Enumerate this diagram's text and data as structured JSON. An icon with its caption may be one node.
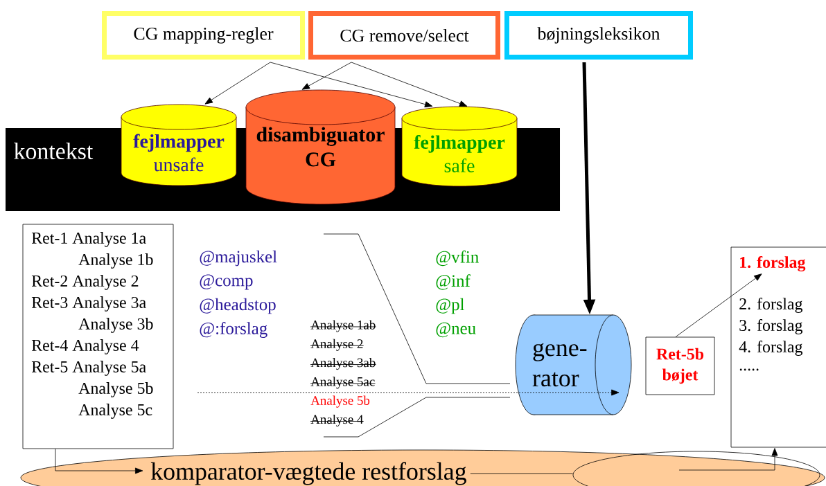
{
  "diagram": {
    "nodes": [
      {
        "text": [
          "CG mapping-regler"
        ]
      },
      {
        "text": [
          "CG remove/select"
        ]
      },
      {
        "text": [
          "bøjningsleksikon"
        ]
      },
      {
        "text": [
          "kontekst"
        ]
      },
      {
        "text": [
          "fejlmapper",
          "unsafe"
        ]
      },
      {
        "text": [
          "disambiguator CG"
        ]
      },
      {
        "text": [
          "fejlmapper",
          "safe"
        ]
      },
      {
        "text": [
          "Ret-1 Analyse 1a",
          "Analyse 1b",
          "Ret-2 Analyse 2",
          "Ret-3 Analyse 3a",
          "Analyse 3b",
          "Ret-4 Analyse 4",
          "Ret-5 Analyse 5a",
          "Analyse 5b",
          "Analyse 5c"
        ]
      },
      {
        "text": [
          "gene- rator"
        ]
      },
      {
        "text": [
          "Ret-5b bøjet"
        ]
      },
      {
        "text": [
          "1. forslag",
          "2. forslag",
          "3. forslag",
          "4. forslag",
          "....."
        ]
      },
      {
        "text": [],
        "shape": "ellipse"
      },
      {
        "text": [
          "komparator-vægtede restforslag"
        ],
        "in": 11
      },
      {
        "text": [],
        "shape": "ellipse",
        "in": 11
      }
    ],
    "edges": [
      {
        "from": 0,
        "to": 4,
        "arrow": "to"
      },
      {
        "from": 0,
        "to": 6,
        "arrow": "to"
      },
      {
        "from": 1,
        "to": 5,
        "arrow": "to"
      },
      {
        "from": 1,
        "to": 6,
        "arrow": "to"
      },
      {
        "from": 2,
        "to": 8,
        "arrow": "to",
        "style": "thick"
      },
      {
        "from": null,
        "to": 8,
        "arrow": "to",
        "style": "dashed"
      },
      {
        "from": 9,
        "to": 10,
        "arrow": "to"
      },
      {
        "from": 7,
        "to": 12,
        "arrow": "to"
      },
      {
        "from": 12,
        "to": 13,
        "arrow": "none"
      },
      {
        "from": 13,
        "to": 10,
        "arrow": "to"
      }
    ],
    "labels": [
      "@majuskel",
      "@comp",
      "@headstop",
      "@:forslag",
      "@vfin",
      "@inf",
      "@pl",
      "@neu",
      "Analyse 1ab",
      "Analyse 2",
      "Analyse 3ab",
      "Analyse 5ac",
      "Analyse 5b",
      "Analyse 4"
    ]
  }
}
